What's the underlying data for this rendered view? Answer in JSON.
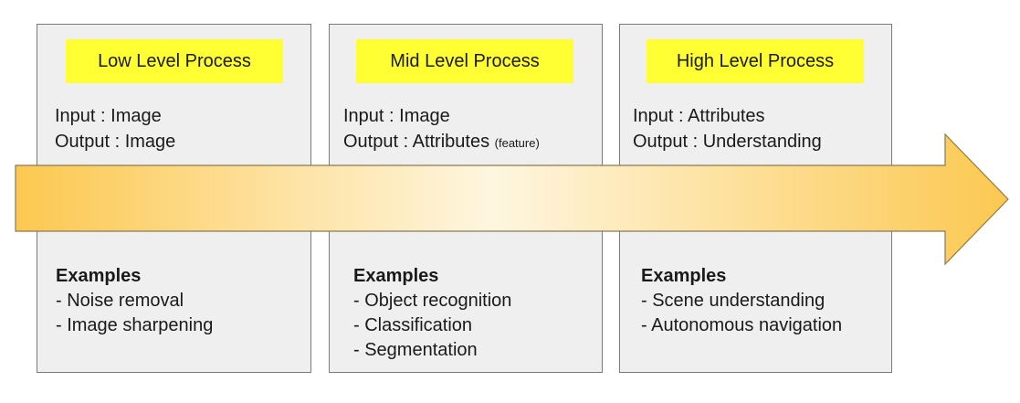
{
  "stages": [
    {
      "title": "Low Level Process",
      "input": "Input : Image",
      "output": "Output : Image",
      "output_note": "",
      "examples_heading": "Examples",
      "examples": [
        "- Noise removal",
        "- Image sharpening"
      ]
    },
    {
      "title": "Mid Level Process",
      "input": "Input : Image",
      "output": "Output : Attributes",
      "output_note": "(feature)",
      "examples_heading": "Examples",
      "examples": [
        "- Object recognition",
        "- Classification",
        "- Segmentation"
      ]
    },
    {
      "title": "High Level Process",
      "input": "Input : Attributes",
      "output": "Output : Understanding",
      "output_note": "",
      "examples_heading": "Examples",
      "examples": [
        "- Scene understanding",
        "- Autonomous navigation"
      ]
    }
  ],
  "colors": {
    "badge": "#ffff33",
    "box_fill": "#efefef",
    "box_border": "#7a7a7a",
    "arrow_edge": "#fcc850",
    "arrow_center": "#fef6e0",
    "arrow_border": "#8a7a55"
  }
}
